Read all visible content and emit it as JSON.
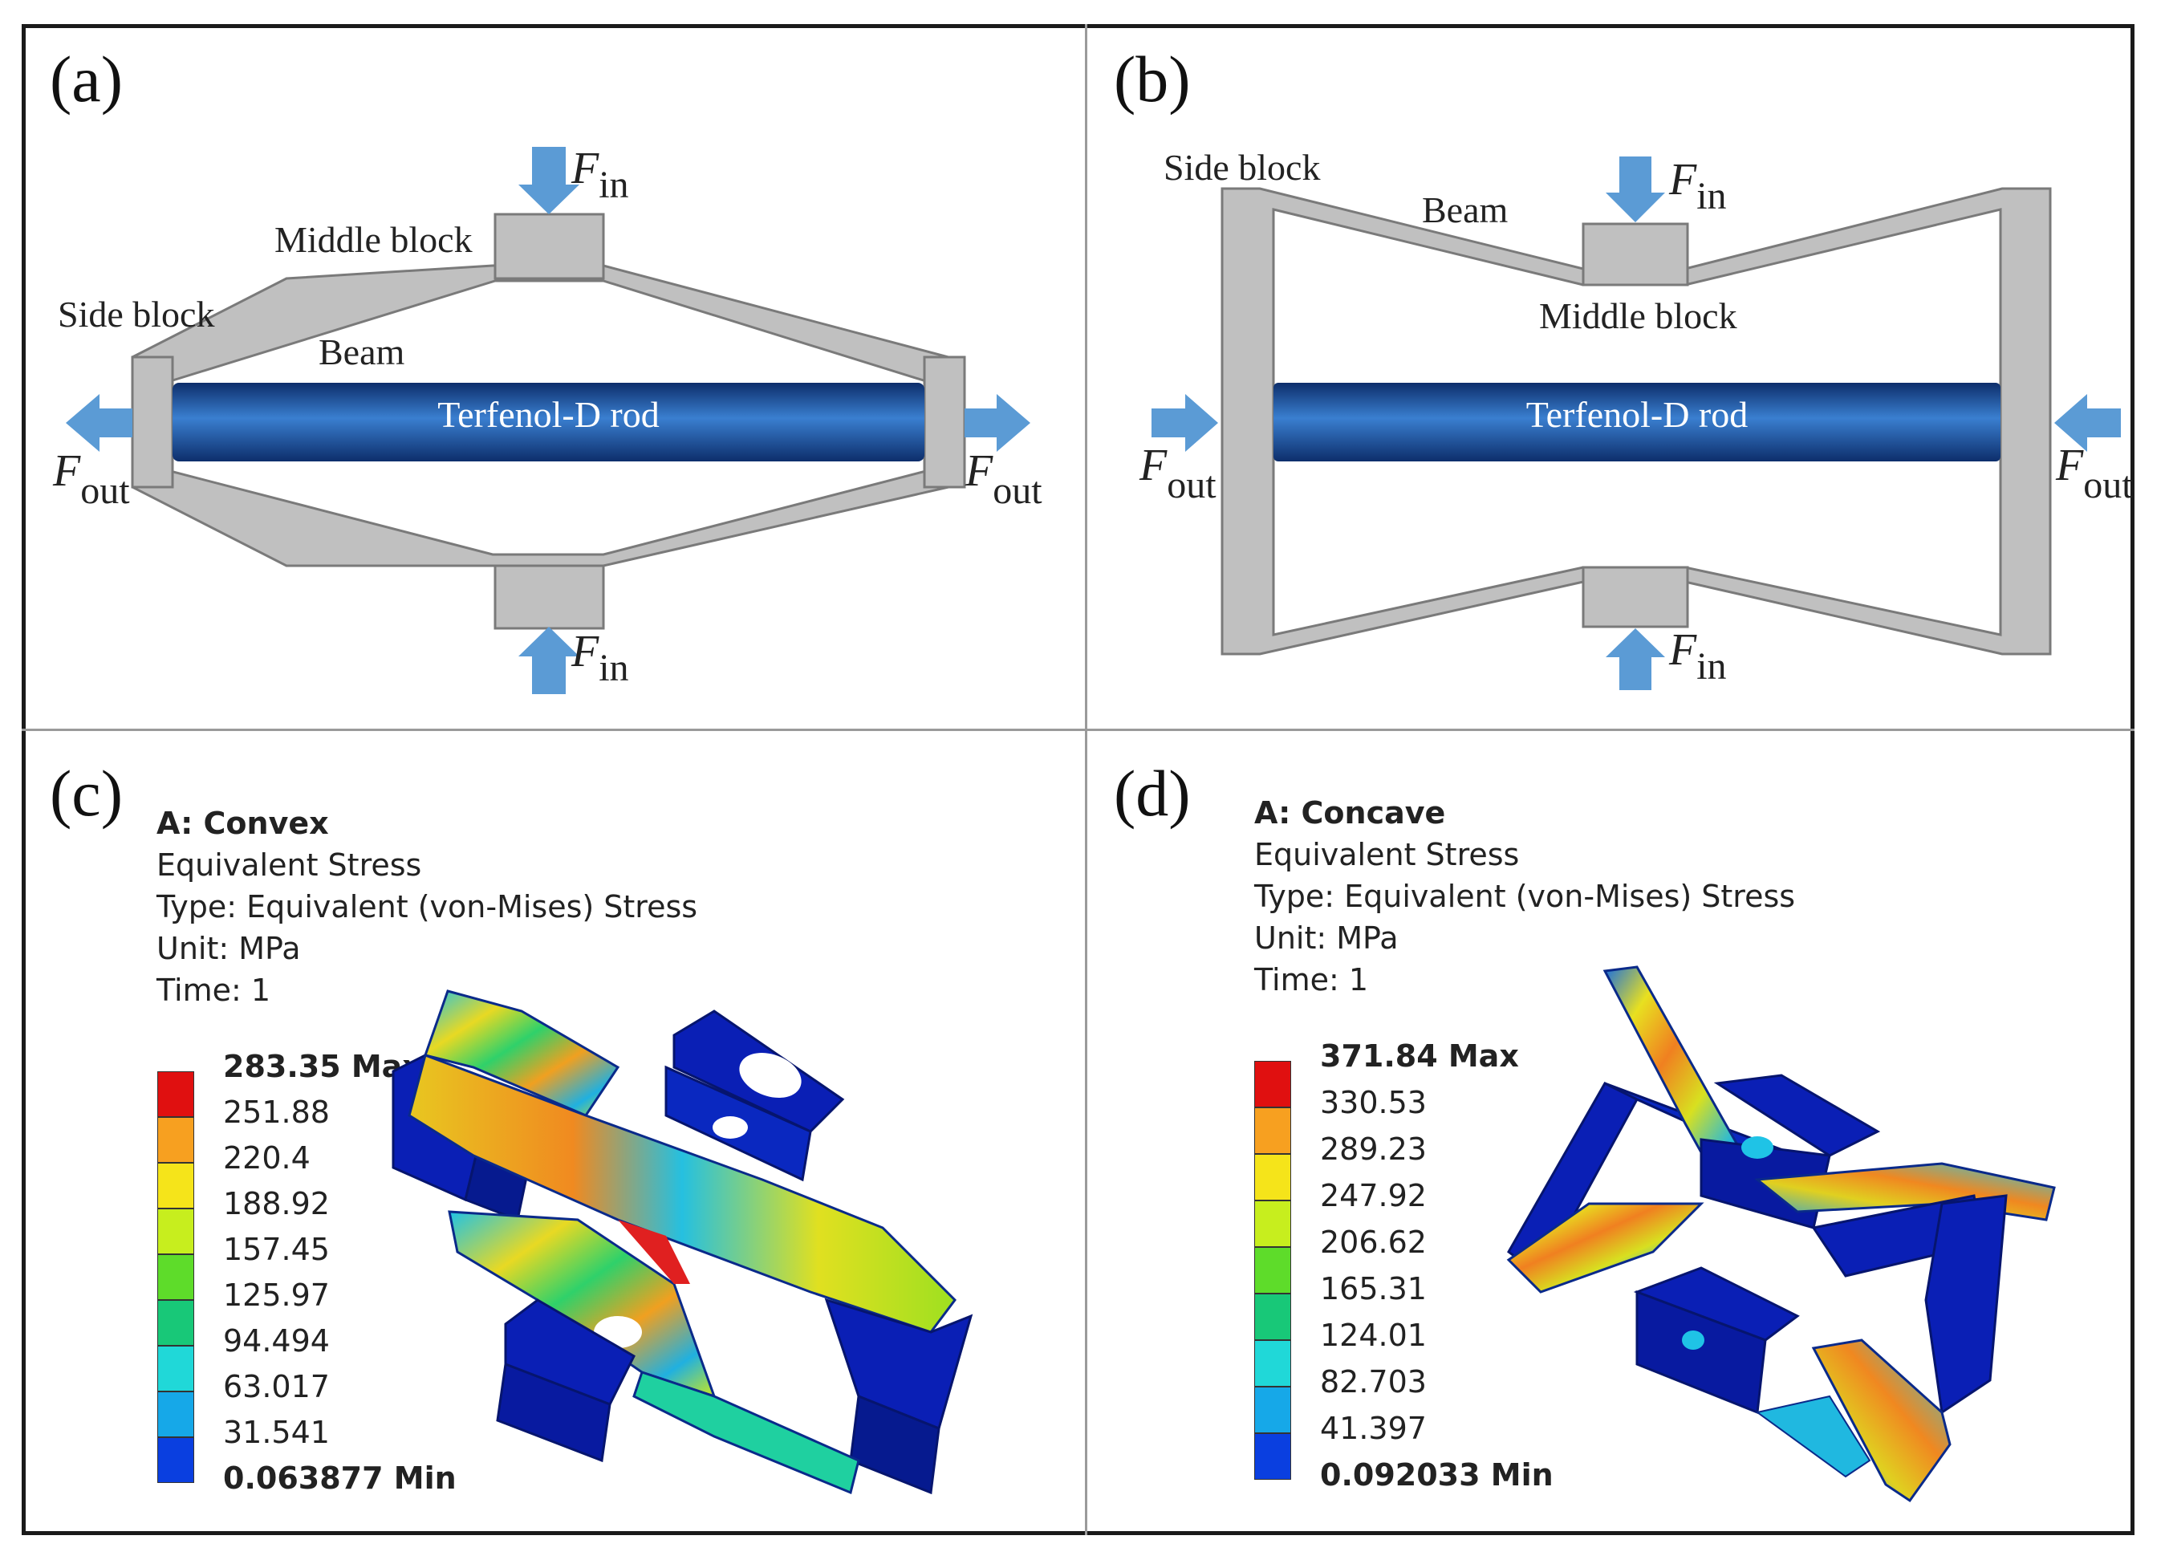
{
  "panels": {
    "a": {
      "label": "(a)",
      "side_block": "Side block",
      "middle_block": "Middle block",
      "beam": "Beam",
      "rod": "Terfenol-D rod",
      "f_in_top": {
        "F": "F",
        "sub": "in"
      },
      "f_in_bottom": {
        "F": "F",
        "sub": "in"
      },
      "f_out_left": {
        "F": "F",
        "sub": "out"
      },
      "f_out_right": {
        "F": "F",
        "sub": "out"
      }
    },
    "b": {
      "label": "(b)",
      "side_block": "Side block",
      "beam": "Beam",
      "middle_block": "Middle block",
      "rod": "Terfenol-D rod",
      "f_in_top": {
        "F": "F",
        "sub": "in"
      },
      "f_in_bottom": {
        "F": "F",
        "sub": "in"
      },
      "f_out_left": {
        "F": "F",
        "sub": "out"
      },
      "f_out_right": {
        "F": "F",
        "sub": "out"
      }
    },
    "c": {
      "label": "(c)",
      "title": "A: Convex",
      "line1": "Equivalent Stress",
      "line2": "Type: Equivalent (von-Mises) Stress",
      "line3": "Unit: MPa",
      "line4": "Time: 1",
      "scale": [
        "283.35 Max",
        "251.88",
        "220.4",
        "188.92",
        "157.45",
        "125.97",
        "94.494",
        "63.017",
        "31.541",
        "0.063877 Min"
      ]
    },
    "d": {
      "label": "(d)",
      "title": "A: Concave",
      "line1": "Equivalent Stress",
      "line2": "Type: Equivalent (von-Mises) Stress",
      "line3": "Unit: MPa",
      "line4": "Time: 1",
      "scale": [
        "371.84 Max",
        "330.53",
        "289.23",
        "247.92",
        "206.62",
        "165.31",
        "124.01",
        "82.703",
        "41.397",
        "0.092033 Min"
      ]
    }
  },
  "colors": {
    "block_fill": "#c0c0c0",
    "block_stroke": "#7a7a7a",
    "arrow": "#5b9bd5",
    "rod_dark": "#0d2e6b",
    "rod_light": "#3a7fd0",
    "scale": [
      "#e01010",
      "#f7a020",
      "#f5e41a",
      "#c7ee1e",
      "#5edc2a",
      "#18c878",
      "#20d8d8",
      "#16a8e8",
      "#0a3fe0"
    ]
  }
}
